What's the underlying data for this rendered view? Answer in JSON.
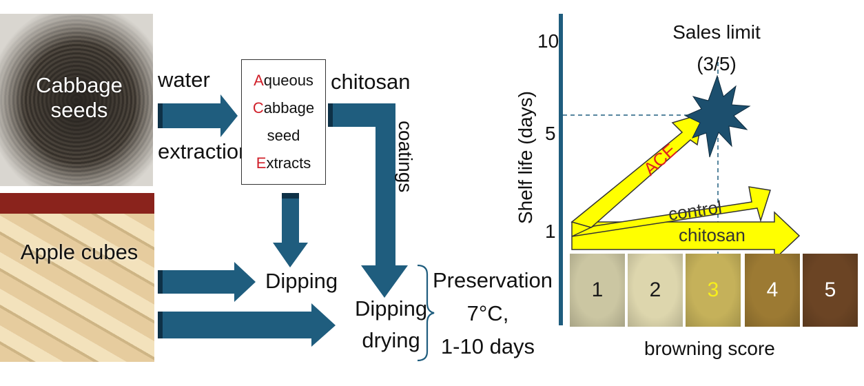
{
  "flow": {
    "seeds_label": "Cabbage\nseeds",
    "apples_label": "Apple cubes",
    "water": "water",
    "extraction": "extraction",
    "extract_box": [
      {
        "first": "A",
        "rest": "queous"
      },
      {
        "first": "C",
        "rest": "abbage"
      },
      {
        "first": "",
        "rest": "seed"
      },
      {
        "first": "E",
        "rest": "xtracts"
      }
    ],
    "chitosan": "chitosan",
    "coatings": "coatings",
    "dipping": "Dipping",
    "dipping_drying": [
      "Dipping",
      "drying"
    ],
    "preservation": [
      "Preservation",
      "7°C,",
      "1-10 days"
    ]
  },
  "chart_data": {
    "type": "diagram-chart",
    "ylabel": "Shelf life (days)",
    "xlabel": "browning score",
    "y_ticks": [
      "10",
      "5",
      "1"
    ],
    "sales_limit_label": [
      "Sales limit",
      "(3/5)"
    ],
    "arrows": [
      {
        "label": "ACE",
        "label_color": "#e02020"
      },
      {
        "label": "control",
        "label_color": "#333333"
      },
      {
        "label": "chitosan",
        "label_color": "#333333"
      }
    ],
    "browning_scores": [
      {
        "score": "1",
        "color": "#cbc6a2",
        "text_color": "#1a1a1a"
      },
      {
        "score": "2",
        "color": "#ddd6ad",
        "text_color": "#1a1a1a"
      },
      {
        "score": "3",
        "color": "#c5b15a",
        "text_color": "#f6ee1c"
      },
      {
        "score": "4",
        "color": "#9c7a33",
        "text_color": "#ffffff"
      },
      {
        "score": "5",
        "color": "#6b4424",
        "text_color": "#ffffff"
      }
    ]
  },
  "colors": {
    "arrow_blue": "#1f5d7e",
    "arrow_yellow": "#ffff00",
    "star_fill": "#1c4f6e"
  }
}
